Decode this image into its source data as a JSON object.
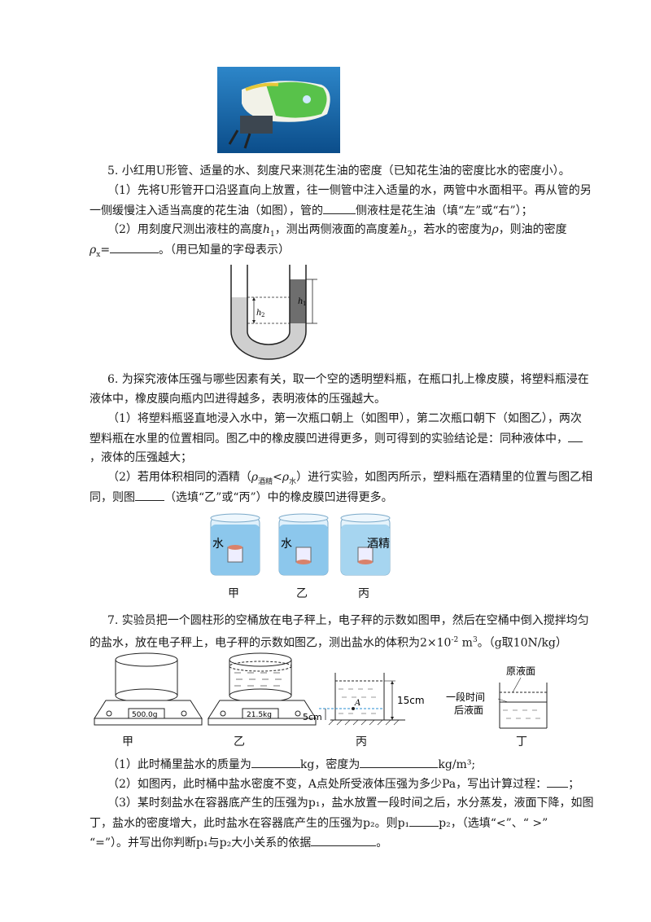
{
  "q5": {
    "stem": "5. 小红用U形管、适量的水、刻度尺来测花生油的密度（已知花生油的密度比水的密度小）。",
    "p1_a": "（1）先将U形管开口沿竖直向上放置，往一侧管中注入适量的水，两管中水面相平。再从管的另",
    "p1_b_pre": "一侧缓慢注入适当高度的花生油（如图），管的",
    "p1_b_post": "侧液柱是花生油（填“左”或“右”）；",
    "p2_a_pre": "（2）用刻度尺测出液柱的高度",
    "p2_a_mid1": "，测出两侧液面的高度差",
    "p2_a_mid2": "，若水的密度为",
    "p2_a_post": "，则油的密度",
    "p2_b_post": "。（用已知量的字母表示）",
    "label_h1": "h",
    "label_h2": "h"
  },
  "q6": {
    "stem_a": "6. 为探究液体压强与哪些因素有关，取一个空的透明塑料瓶，在瓶口扎上橡皮膜，将塑料瓶浸在",
    "stem_b": "液体中，橡皮膜向瓶内凹进得越多，表明液体的压强越大。",
    "p1_a": "（1）将塑料瓶竖直地浸入水中，第一次瓶口朝上（如图甲），第二次瓶口朝下（如图乙），两次",
    "p1_b": "塑料瓶在水里的位置相同。图乙中的橡皮膜凹进得更多，则可得到的实验结论是：同种液体中，",
    "p1_c": "，液体的压强越大；",
    "p2_a_pre": "（2）若用体积相同的酒精（",
    "p2_a_rho1": "ρ",
    "p2_a_sub1": "酒精",
    "p2_a_rho2": "ρ",
    "p2_a_sub2": "水",
    "p2_a_post": "）进行实验，如图丙所示，塑料瓶在酒精里的位置与图乙相",
    "p2_b_pre": "同，则图",
    "p2_b_post": "（选填“乙”或“丙”）中的橡皮膜凹进得更多。",
    "fig_labels": [
      "水",
      "水",
      "酒精"
    ],
    "fig_captions": [
      "甲",
      "乙",
      "丙"
    ]
  },
  "q7": {
    "stem_a": "7. 实验员把一个圆柱形的空桶放在电子秤上，电子秤的示数如图甲，然后在空桶中倒入搅拌均匀",
    "stem_b_pre": "的盐水，放在电子秤上，电子秤的示数如图乙，测出盐水的体积为2×10",
    "stem_b_exp": "-2",
    "stem_b_unit": " m",
    "stem_b_post": "。（g取10N/kg）",
    "scale_a": "500.0g",
    "scale_b": "21.5kg",
    "dim_15": "15cm",
    "dim_5": "5cm",
    "point_a": "A",
    "orig_level": "原液面",
    "later_level_1": "一段时间",
    "later_level_2": "后液面",
    "fig_captions": [
      "甲",
      "乙",
      "丙",
      "丁"
    ],
    "p1_pre": "（1）此时桶里盐水的质量为",
    "p1_mid": "kg，密度为",
    "p1_post": "kg/m³;",
    "p2": "（2）如图丙，此时桶中盐水密度不变，A点处所受液体压强为多少Pa，写出计算过程：",
    "p3_a": "（3）某时刻盐水在容器底产生的压强为p₁，盐水放置一段时间之后，水分蒸发，液面下降，如图",
    "p3_b": "丁，盐水的密度增大，此时盐水在容器底产生的压强为p₂。则p₁",
    "p3_b_post": "p₂，（选填“<”、“ >”",
    "p3_c_pre": "“=”）。并写出你判断p₁与p₂大小关系的依据",
    "p3_c_post": "。"
  }
}
